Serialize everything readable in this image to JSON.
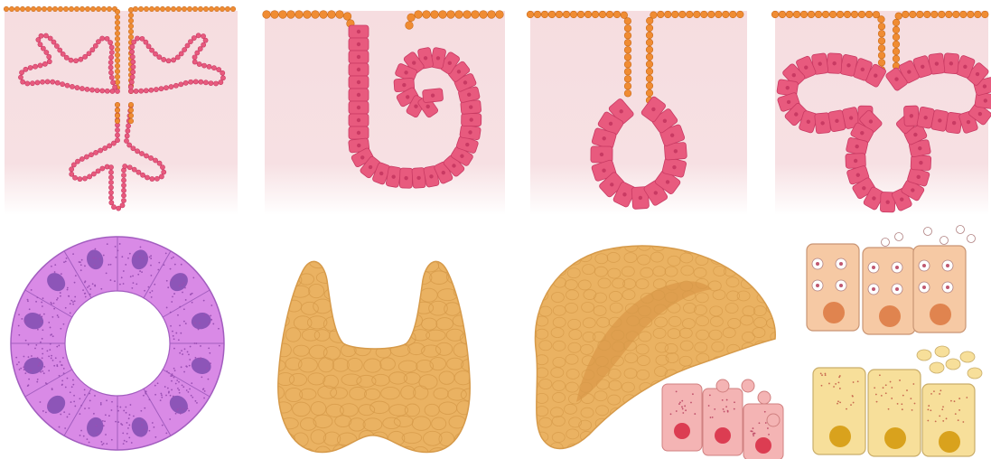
{
  "colors": {
    "background": "#ffffff",
    "tissue_fill": "#f6dde0",
    "surface_epithelium_cell": "#f08c33",
    "gland_cell": "#e85a7e",
    "gland_cell_dark": "#c93a63",
    "mucosa_ring_fill": "#d98ae6",
    "mucosa_ring_dots": "#9a4fb3",
    "mucosa_nucleus": "#8d55b8",
    "thyroid_fill": "#eab262",
    "thyroid_outline": "#d69a4a",
    "pancreas_fill": "#eab262",
    "pancreas_inner": "#d69040",
    "cell_pink": "#f4b4b4",
    "cell_peach": "#f6c9a4",
    "cell_yellow": "#f7df9a",
    "nucleus_red": "#dc3d52",
    "nucleus_orange": "#e0844f",
    "nucleus_gold": "#d9a21d"
  },
  "panels": [
    {
      "id": "branched-tubular-gland",
      "icon": "branched-gland-icon"
    },
    {
      "id": "coiled-tubular-gland",
      "icon": "coiled-gland-icon"
    },
    {
      "id": "simple-alveolar-gland",
      "icon": "alveolar-gland-icon"
    },
    {
      "id": "branched-alveolar-gland",
      "icon": "branched-alveolar-gland-icon"
    },
    {
      "id": "tubular-cross-section",
      "icon": "cell-ring-icon"
    },
    {
      "id": "thyroid-gland",
      "icon": "thyroid-icon"
    },
    {
      "id": "pancreas",
      "icon": "pancreas-icon"
    },
    {
      "id": "apocrine-secretion-cells",
      "icon": "apocrine-cells-icon"
    },
    {
      "id": "holocrine-secretion-cells",
      "icon": "holocrine-cells-icon"
    }
  ]
}
